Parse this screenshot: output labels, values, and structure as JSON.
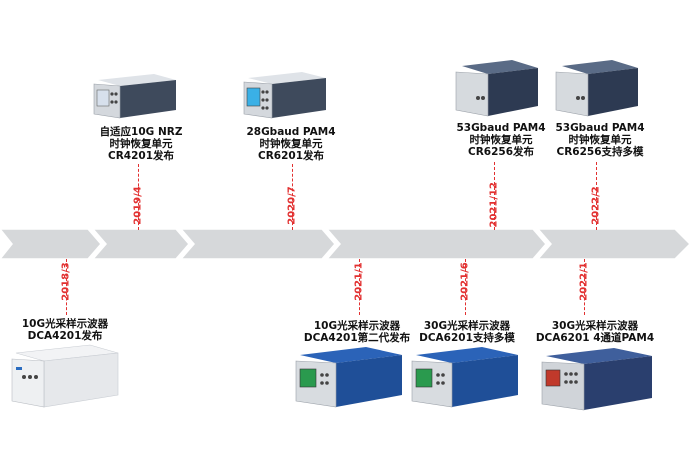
{
  "milestones_top": [
    {
      "date": "2019/4",
      "line1": "自适应10G NRZ",
      "line2": "时钟恢复单元",
      "line3": "CR4201发布"
    },
    {
      "date": "2020/7",
      "line1": "28Gbaud PAM4",
      "line2": "时钟恢复单元",
      "line3": "CR6201发布"
    },
    {
      "date": "2021/12",
      "line1": "53Gbaud PAM4",
      "line2": "时钟恢复单元",
      "line3": "CR6256发布"
    },
    {
      "date": "2022/2",
      "line1": "53Gbaud PAM4",
      "line2": "时钟恢复单元",
      "line3": "CR6256支持多模"
    }
  ],
  "milestones_bottom": [
    {
      "date": "2018/3",
      "line1": "10G光采样示波器",
      "line2": "DCA4201发布"
    },
    {
      "date": "2021/1",
      "line1": "10G光采样示波器",
      "line2": "DCA4201第二代发布"
    },
    {
      "date": "2021/6",
      "line1": "30G光采样示波器",
      "line2": "DCA6201支持多模"
    },
    {
      "date": "2022/1",
      "line1": "30G光采样示波器",
      "line2": "DCA6201 4通道PAM4"
    }
  ],
  "colors": {
    "arrow": "#d6d8da",
    "date": "#e23030",
    "text": "#111111"
  }
}
